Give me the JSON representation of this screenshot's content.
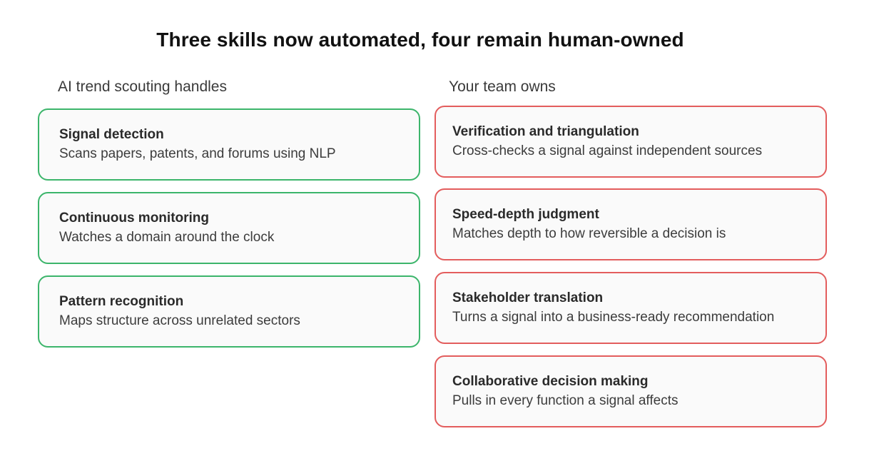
{
  "title": "Three skills now automated, four remain human-owned",
  "left_column": {
    "heading": "AI trend scouting handles",
    "border_color": "#3cb56b",
    "cards": [
      {
        "title": "Signal detection",
        "description": "Scans papers, patents, and forums using NLP"
      },
      {
        "title": "Continuous monitoring",
        "description": "Watches a domain around the clock"
      },
      {
        "title": "Pattern recognition",
        "description": "Maps structure across unrelated sectors"
      }
    ]
  },
  "right_column": {
    "heading": "Your team owns",
    "border_color": "#e35d5d",
    "cards": [
      {
        "title": "Verification and triangulation",
        "description": "Cross-checks a signal against independent sources"
      },
      {
        "title": "Speed-depth judgment",
        "description": "Matches depth to how reversible a decision is"
      },
      {
        "title": "Stakeholder translation",
        "description": "Turns a signal into a business-ready recommendation"
      },
      {
        "title": "Collaborative decision making",
        "description": "Pulls in every function a signal affects"
      }
    ]
  }
}
